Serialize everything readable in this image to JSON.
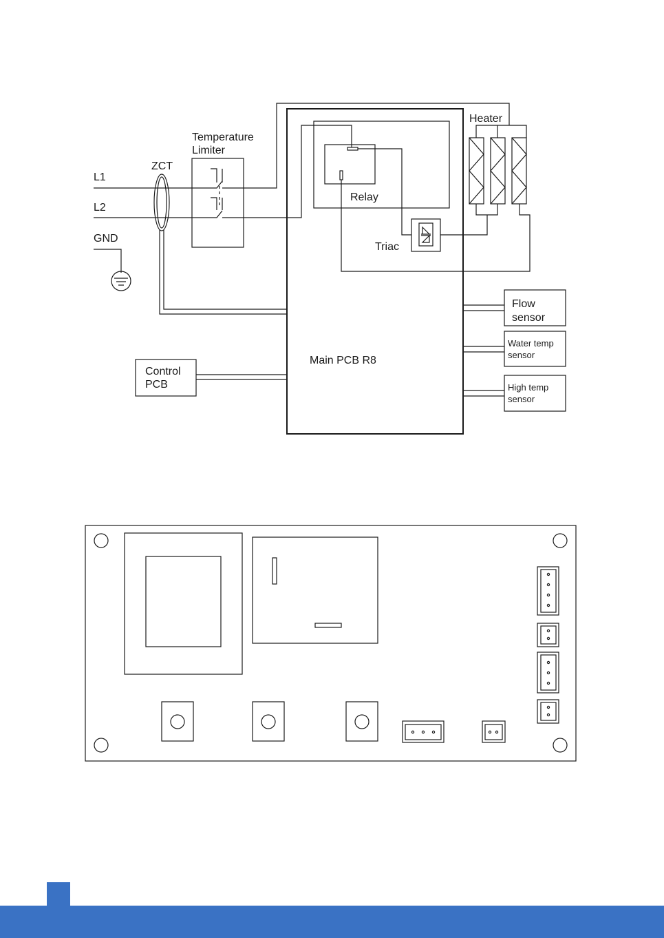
{
  "wiring_diagram": {
    "labels": {
      "l1": "L1",
      "l2": "L2",
      "gnd": "GND",
      "zct": "ZCT",
      "temp_limiter_line1": "Temperature",
      "temp_limiter_line2": "Limiter",
      "heater": "Heater",
      "relay": "Relay",
      "triac": "Triac",
      "main_pcb": "Main PCB R8",
      "control_pcb_line1": "Control",
      "control_pcb_line2": "PCB",
      "flow_sensor_line1": "Flow",
      "flow_sensor_line2": "sensor",
      "water_temp_sensor_line1": "Water temp",
      "water_temp_sensor_line2": "sensor",
      "high_temp_sensor_line1": "High temp",
      "high_temp_sensor_line2": "sensor"
    }
  },
  "board_layout": {
    "connectors_right": [
      4,
      2,
      3,
      2
    ],
    "connectors_bottom": [
      3,
      2
    ],
    "buttons": 3
  },
  "colors": {
    "footer_blue": "#3a72c4",
    "line": "#1a1a1a"
  }
}
